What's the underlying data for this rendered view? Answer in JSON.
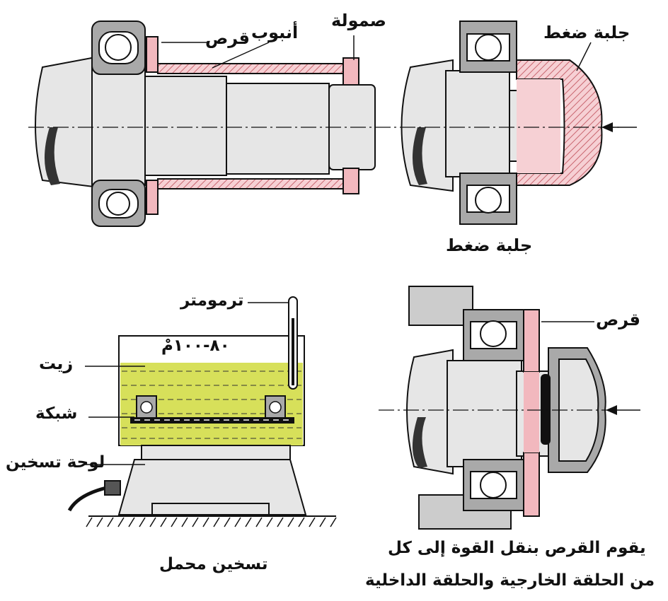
{
  "labels": {
    "disc_top": "قرص",
    "tube": "أنبوب",
    "nut": "صمولة",
    "press_sleeve_top": "جلبة ضغط",
    "press_sleeve_bottom": "جلبة ضغط",
    "thermometer": "ترمومتر",
    "temperature": "٨٠-١٠٠مْ",
    "oil": "زيت",
    "mesh": "شبكة",
    "hot_plate": "لوحة تسخين",
    "disc_right": "قرص"
  },
  "captions": {
    "heating": "تسخين محمل",
    "disc_line1": "يقوم القرص بنقل القوة إلى كل",
    "disc_line2": "من الحلقة الخارجية والحلقة الداخلية"
  },
  "colors": {
    "shaft": "#e6e6e6",
    "bearing": "#a9a9a9",
    "pink": "#f2b8be",
    "hatch": "#d98088",
    "oil": "#d7e05a",
    "outline": "#111111"
  }
}
